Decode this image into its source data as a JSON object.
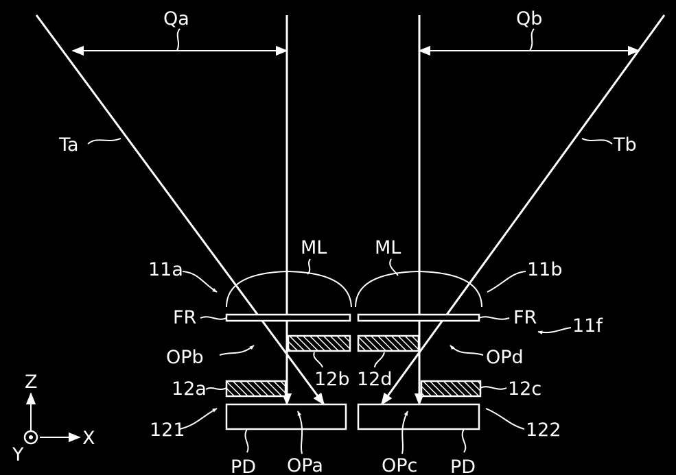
{
  "labels": {
    "qa": "Qa",
    "qb": "Qb",
    "ta": "Ta",
    "tb": "Tb",
    "ml_left": "ML",
    "ml_right": "ML",
    "s11a": "11a",
    "s11b": "11b",
    "fr_left": "FR",
    "fr_right": "FR",
    "s11f": "11f",
    "opb": "OPb",
    "opd": "OPd",
    "s12a": "12a",
    "s12b": "12b",
    "s12c": "12c",
    "s12d": "12d",
    "s121": "121",
    "s122": "122",
    "pd_left": "PD",
    "pd_right": "PD",
    "opa": "OPa",
    "opc": "OPc"
  },
  "axes": {
    "z": "Z",
    "x": "X",
    "y": "Y"
  },
  "colors": {
    "background": "#000000",
    "foreground": "#ffffff"
  }
}
